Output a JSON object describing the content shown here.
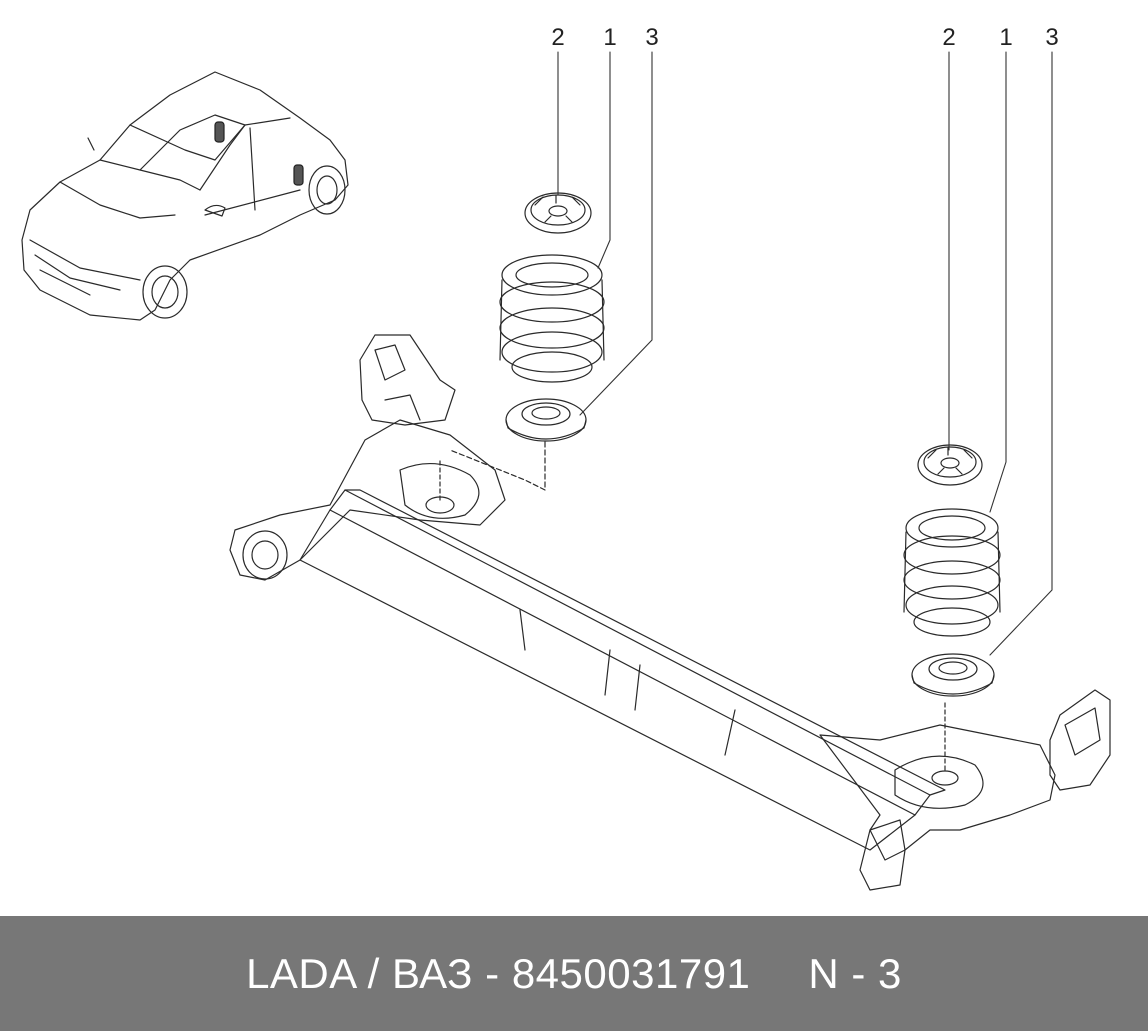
{
  "callouts": {
    "left": {
      "top": "2",
      "mid": "1",
      "bottom": "3"
    },
    "right": {
      "top": "2",
      "mid": "1",
      "bottom": "3"
    }
  },
  "footer": {
    "part_text": "LADA / ВАЗ - 8450031791",
    "ref_text": "N - 3",
    "background": "#777777",
    "text_color": "#ffffff"
  }
}
